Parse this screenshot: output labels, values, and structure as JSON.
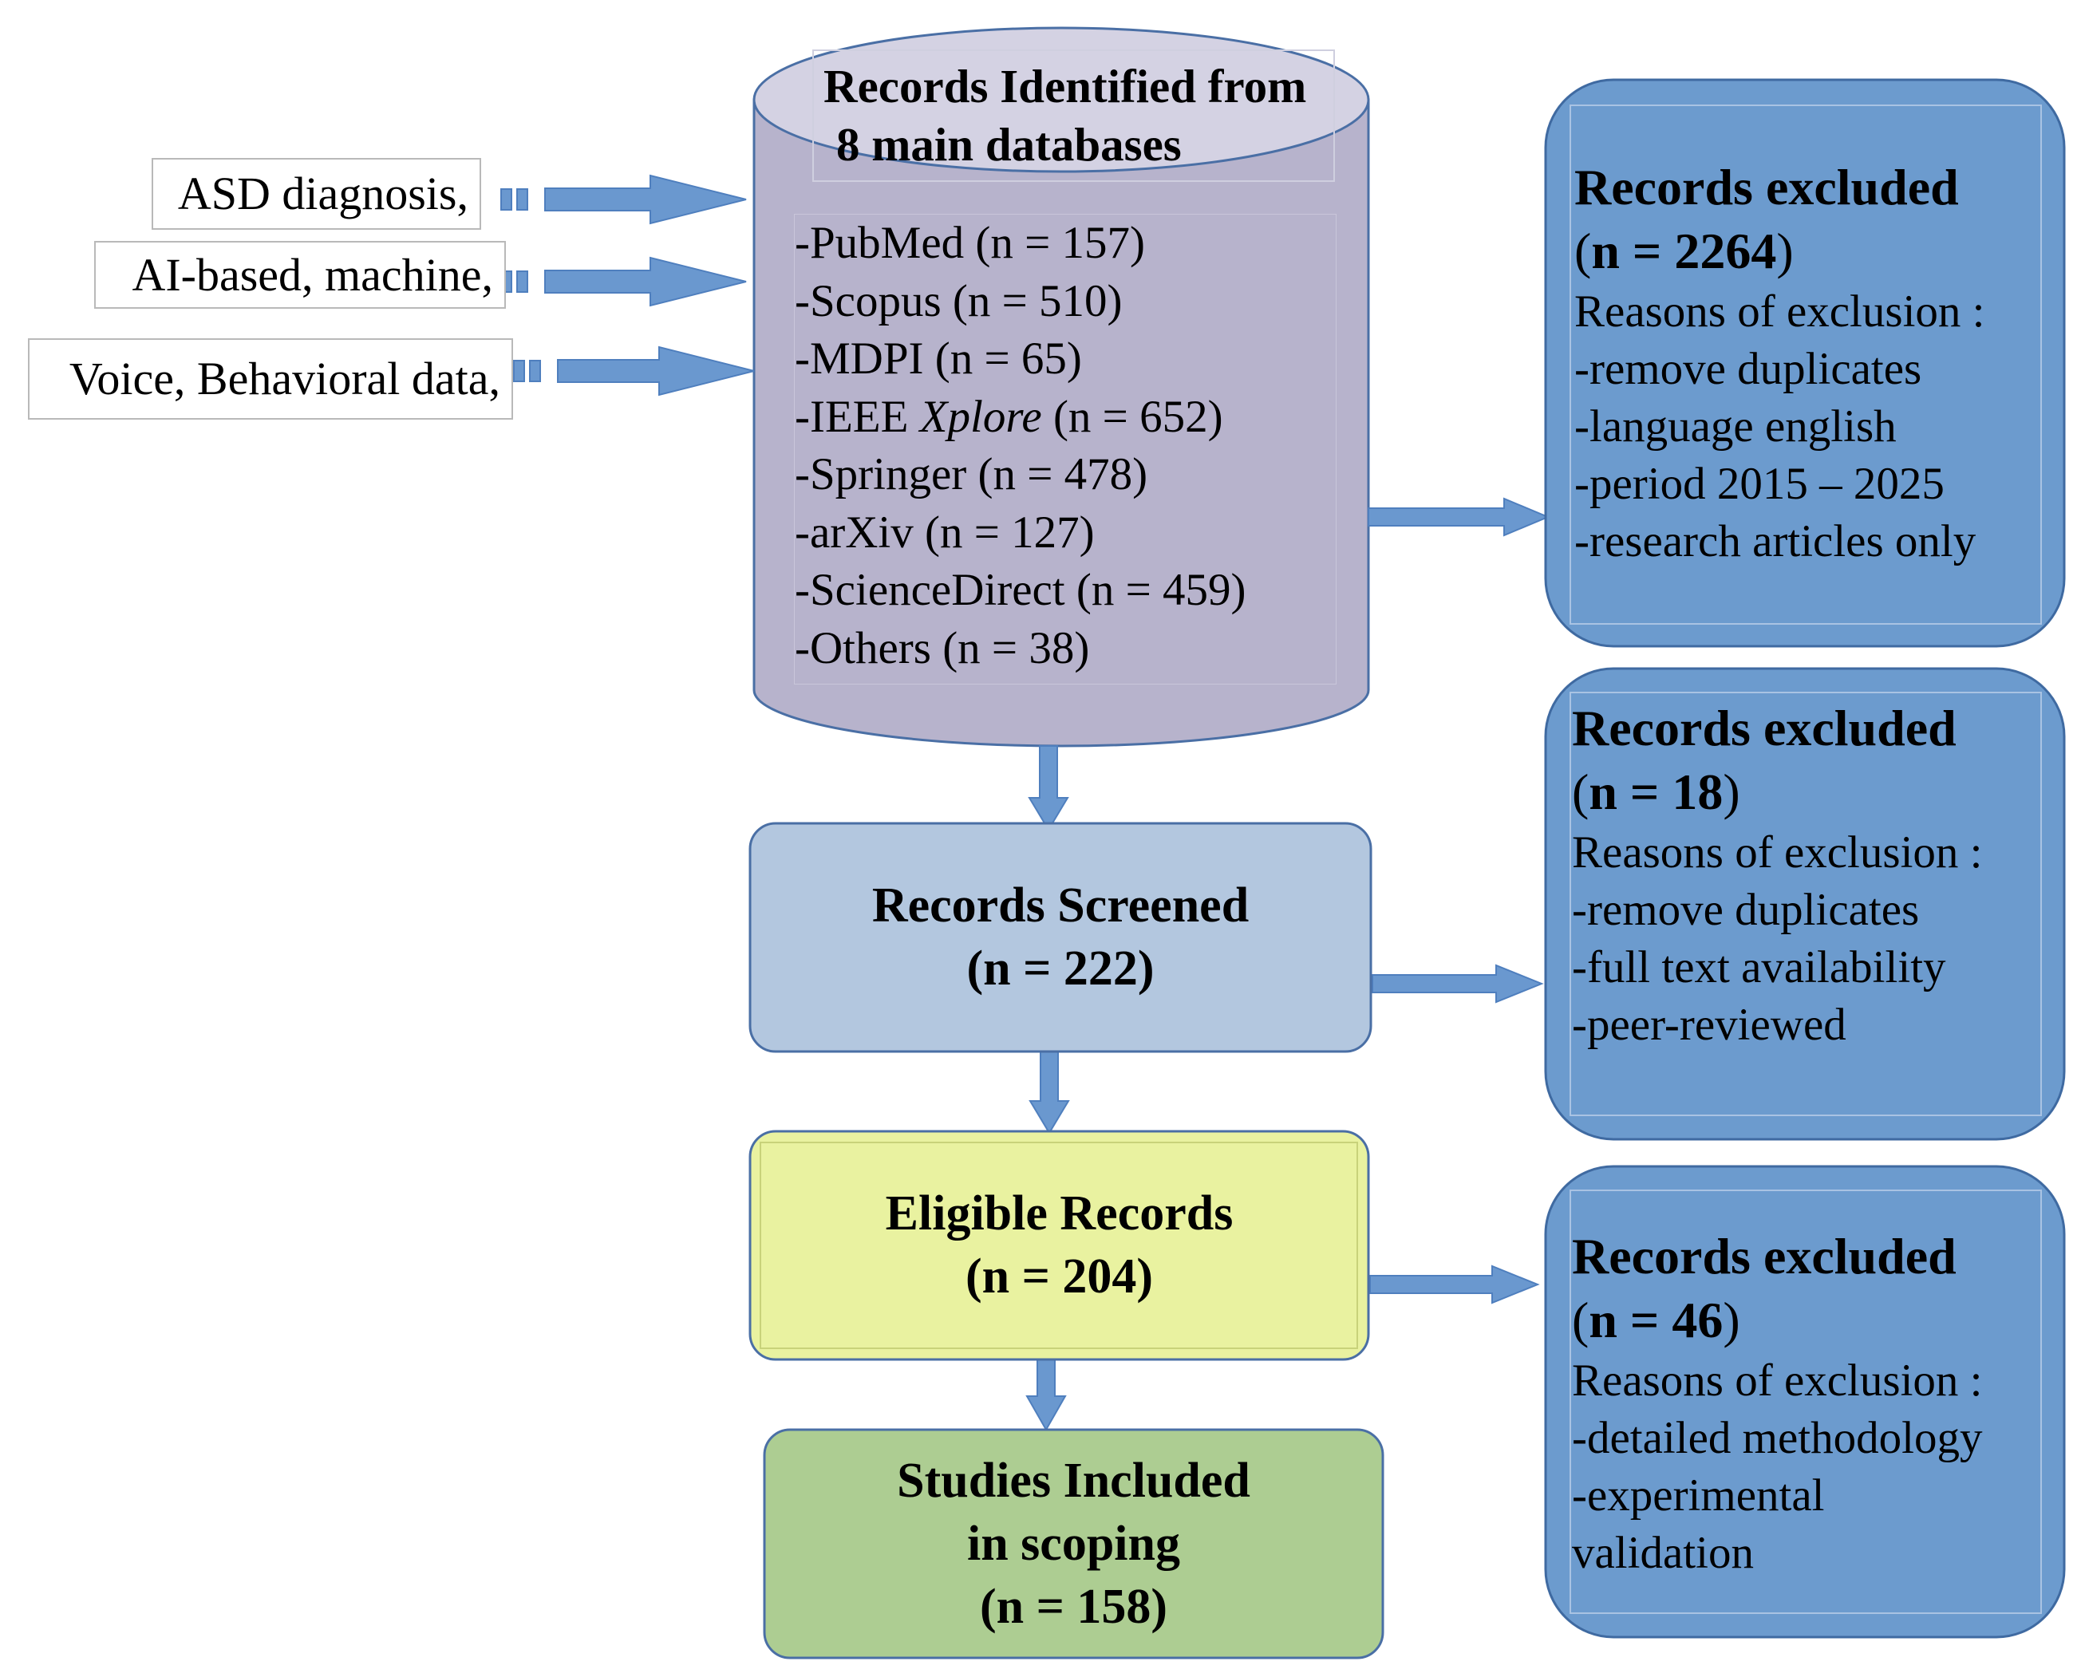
{
  "keywords": [
    "ASD diagnosis,",
    "AI-based, machine,",
    "Voice, Behavioral data,"
  ],
  "identified": {
    "title_line1": "Records Identified from",
    "title_line2": "8 main databases",
    "databases": [
      {
        "prefix": "-PubMed (n = 157)",
        "italic": "",
        "suffix": ""
      },
      {
        "prefix": "-Scopus (n = 510)",
        "italic": "",
        "suffix": ""
      },
      {
        "prefix": "-MDPI (n = 65)",
        "italic": "",
        "suffix": ""
      },
      {
        "prefix": "-IEEE ",
        "italic": "Xplore",
        "suffix": " (n = 652)"
      },
      {
        "prefix": "-Springer (n = 478)",
        "italic": "",
        "suffix": ""
      },
      {
        "prefix": "-arXiv (n = 127)",
        "italic": "",
        "suffix": ""
      },
      {
        "prefix": "-ScienceDirect (n = 459)",
        "italic": "",
        "suffix": ""
      },
      {
        "prefix": "-Others (n = 38)",
        "italic": "",
        "suffix": ""
      }
    ]
  },
  "screened": {
    "line1": "Records Screened",
    "line2": "(n = 222)"
  },
  "eligible": {
    "line1": "Eligible Records",
    "line2": "(n = 204)"
  },
  "included": {
    "line1": "Studies Included",
    "line2": "in scoping",
    "line3": "(n = 158)"
  },
  "excluded": [
    {
      "title": "Records excluded",
      "count_open": "(",
      "count_bold": "n = 2264",
      "count_close": ")",
      "reasons_label": "Reasons of exclusion :",
      "reasons": [
        "-remove duplicates",
        "-language english",
        "-period 2015 – 2025",
        "-research articles only"
      ]
    },
    {
      "title": "Records excluded",
      "count_open": "(",
      "count_bold": "n = 18",
      "count_close": ")",
      "reasons_label": "Reasons of exclusion :",
      "reasons": [
        "-remove duplicates",
        "-full text availability",
        "-peer-reviewed"
      ]
    },
    {
      "title": "Records excluded",
      "count_open": "(",
      "count_bold": "n = 46",
      "count_close": ")",
      "reasons_label": "Reasons of exclusion :",
      "reasons": [
        "-detailed methodology",
        "-experimental",
        "validation"
      ]
    }
  ],
  "colors": {
    "arrow": "#6a98cf",
    "cylinder": "#b7b3cc",
    "cylinder_top": "#d4d2e3",
    "screened": "#b3c7df",
    "eligible": "#e9f2a0",
    "included": "#adcd92",
    "excluded": "#6c9bce"
  }
}
